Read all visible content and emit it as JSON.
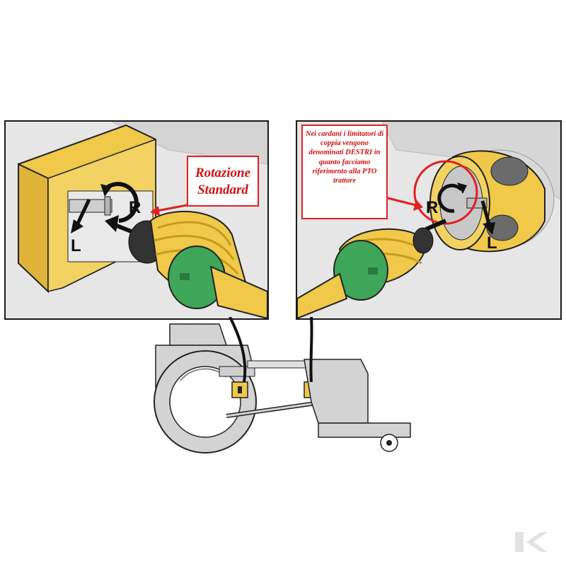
{
  "left_panel": {
    "callout_lines": [
      "Rotazione",
      "Standard"
    ],
    "letter_r": "R",
    "letter_l": "L"
  },
  "right_panel": {
    "callout_text": "Nei cardani i limitatori di coppia vengono denominati DESTRI in quanto facciamo riferimento alla PTO trattore",
    "letter_r": "R",
    "letter_l": "L"
  },
  "colors": {
    "yellow": "#f0c84a",
    "yellow_dark": "#c99a1e",
    "green": "#3fa65a",
    "red": "#e02020",
    "grey": "#d3d3d3",
    "outline": "#222222"
  },
  "icons": [
    "rotation-arrow-icon",
    "direction-arrow-icon",
    "curved-pointer-arrow-icon"
  ]
}
